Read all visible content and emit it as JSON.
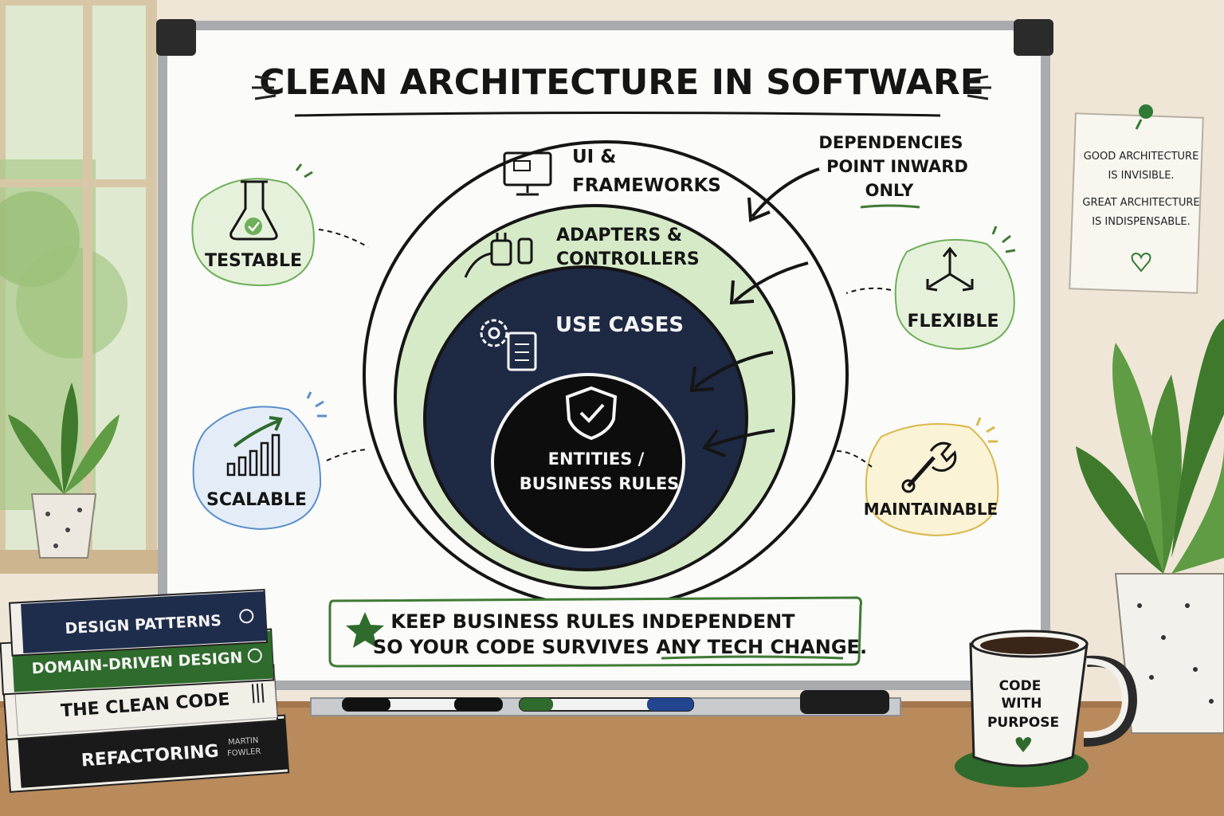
{
  "whiteboard": {
    "title": "CLEAN ARCHITECTURE IN SOFTWARE",
    "layers": {
      "outer": [
        "UI &",
        "FRAMEWORKS"
      ],
      "adapters": [
        "ADAPTERS &",
        "CONTROLLERS"
      ],
      "use_cases": "USE CASES",
      "core": [
        "ENTITIES /",
        "BUSINESS RULES"
      ]
    },
    "dependency_note": [
      "DEPENDENCIES",
      "POINT INWARD",
      "ONLY"
    ],
    "qualities": [
      {
        "label": "TESTABLE",
        "icon": "flask-check-icon",
        "color": "#6fae5a"
      },
      {
        "label": "SCALABLE",
        "icon": "growth-chart-icon",
        "color": "#5b8fc9"
      },
      {
        "label": "FLEXIBLE",
        "icon": "three-arrows-icon",
        "color": "#6fae5a"
      },
      {
        "label": "MAINTAINABLE",
        "icon": "wrench-icon",
        "color": "#d9b84a"
      }
    ],
    "banner": [
      "KEEP BUSINESS RULES INDEPENDENT",
      "SO YOUR CODE SURVIVES ANY TECH CHANGE."
    ]
  },
  "sticky_note": [
    "GOOD ARCHITECTURE",
    "IS INVISIBLE.",
    "GREAT ARCHITECTURE",
    "IS INDISPENSABLE."
  ],
  "books": [
    {
      "title": "DESIGN PATTERNS",
      "color": "#1f2d4d"
    },
    {
      "title": "DOMAIN-DRIVEN DESIGN",
      "color": "#2f6b2c"
    },
    {
      "title": "THE CLEAN CODE",
      "color": "#f2efe8"
    },
    {
      "title": "REFACTORING",
      "author": [
        "MARTIN",
        "FOWLER"
      ],
      "color": "#1a1a1a"
    }
  ],
  "mug": [
    "CODE",
    "WITH",
    "PURPOSE"
  ],
  "colors": {
    "green": "#3f7a34",
    "light_green": "#d6eac8",
    "navy": "#1e2944",
    "core": "#0d0d0d",
    "wall": "#efe6d8",
    "desk": "#b98a5c"
  }
}
